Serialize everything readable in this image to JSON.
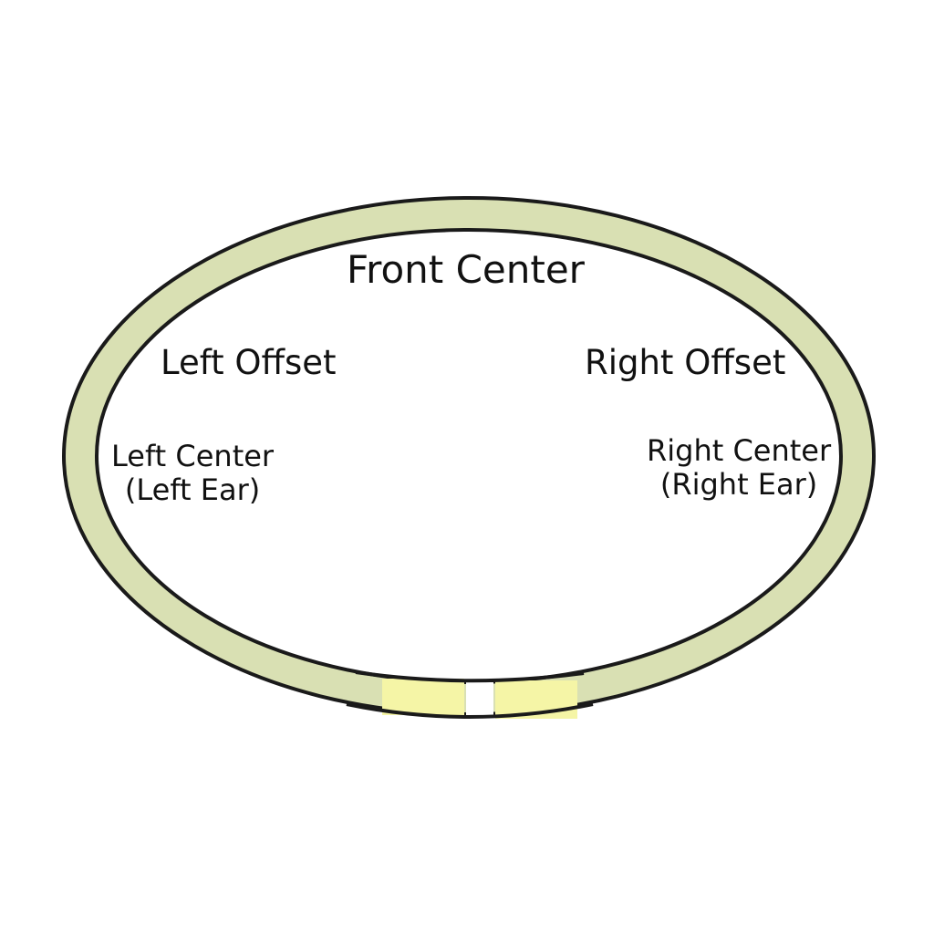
{
  "colors": {
    "ring_fill": "#d9e0b3",
    "ring_stroke": "#1a1a1a",
    "inner_fill": "#ffffff",
    "clasp_fill": "#f5f5a6",
    "background": "#ffffff"
  },
  "labels": {
    "front_center": "Front Center",
    "left_offset": "Left Offset",
    "right_offset": "Right Offset",
    "left_center": "Left Center",
    "left_ear": "(Left Ear)",
    "right_center": "Right Center",
    "right_ear": "(Right Ear)"
  }
}
